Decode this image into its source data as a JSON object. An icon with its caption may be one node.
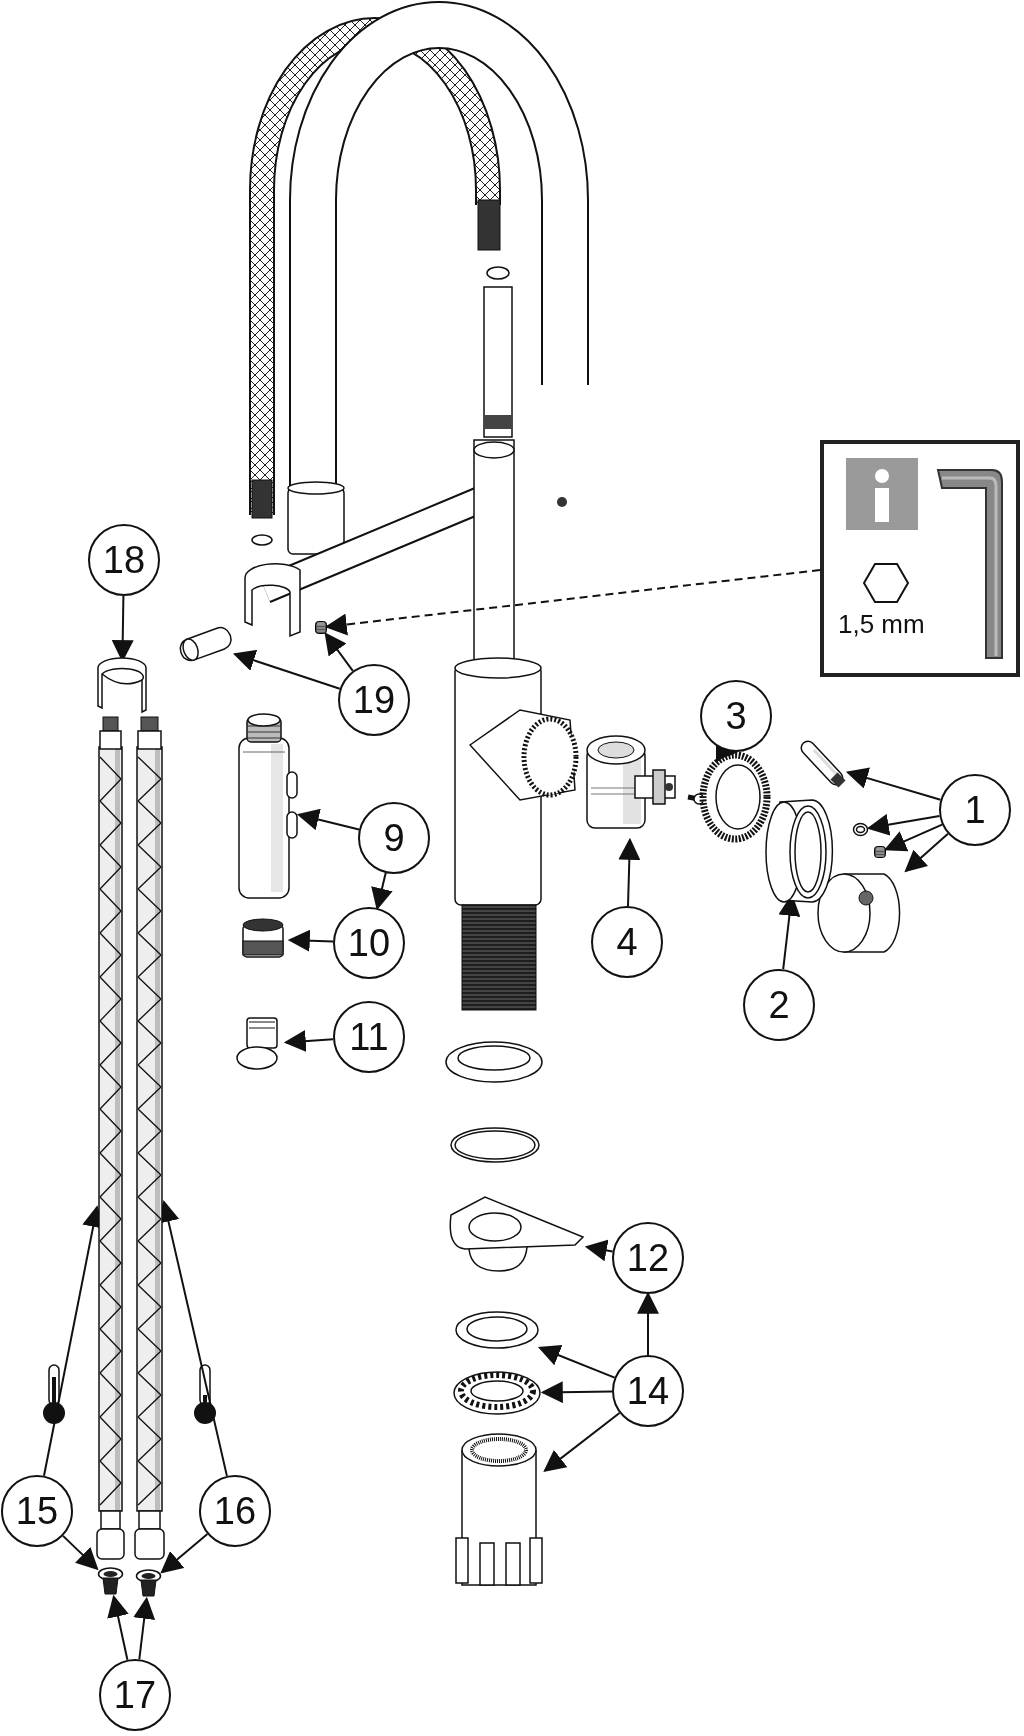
{
  "diagram": {
    "nodes": [
      {
        "text": [
          "1,5 mm"
        ]
      },
      {
        "text": [
          "18"
        ]
      },
      {
        "text": [],
        "shape": "picture"
      },
      {
        "text": [],
        "shape": "picture"
      },
      {
        "text": [],
        "shape": "picture"
      },
      {
        "text": [
          "19"
        ]
      },
      {
        "text": [],
        "shape": "picture"
      },
      {
        "text": [
          "3"
        ]
      },
      {
        "text": [],
        "shape": "picture"
      },
      {
        "text": [],
        "shape": "picture"
      },
      {
        "text": [],
        "shape": "picture"
      },
      {
        "text": [],
        "shape": "picture"
      },
      {
        "text": [],
        "shape": "picture"
      },
      {
        "text": [
          "1"
        ]
      },
      {
        "text": [
          "9"
        ]
      },
      {
        "text": [],
        "shape": "picture"
      },
      {
        "text": [
          "4"
        ]
      },
      {
        "text": [],
        "shape": "picture"
      },
      {
        "text": [
          "2"
        ]
      },
      {
        "text": [
          "10"
        ]
      },
      {
        "text": [],
        "shape": "picture"
      },
      {
        "text": [
          "11"
        ]
      },
      {
        "text": [],
        "shape": "picture"
      },
      {
        "text": [
          "12"
        ]
      },
      {
        "text": [],
        "shape": "picture"
      },
      {
        "text": [],
        "shape": "picture"
      },
      {
        "text": [],
        "shape": "picture"
      },
      {
        "text": [],
        "shape": "picture"
      },
      {
        "text": [
          "14"
        ]
      },
      {
        "text": [],
        "shape": "picture"
      },
      {
        "text": [],
        "shape": "picture"
      },
      {
        "text": [
          "15"
        ]
      },
      {
        "text": [
          "16"
        ]
      },
      {
        "text": [],
        "shape": "picture"
      },
      {
        "text": [],
        "shape": "picture"
      },
      {
        "text": [
          "17"
        ]
      }
    ],
    "edges": [
      {
        "from": 1,
        "to": 2,
        "arrow": "to"
      },
      {
        "from": 5,
        "to": 3,
        "arrow": "to"
      },
      {
        "from": 5,
        "to": 4,
        "arrow": "to"
      },
      {
        "from": 0,
        "to": 4,
        "arrow": "to",
        "style": "dashed"
      },
      {
        "from": 13,
        "to": 9,
        "arrow": "to"
      },
      {
        "from": 13,
        "to": 10,
        "arrow": "to"
      },
      {
        "from": 13,
        "to": 11,
        "arrow": "to"
      },
      {
        "from": 13,
        "to": 12,
        "arrow": "to"
      },
      {
        "from": 7,
        "to": 8,
        "arrow": "to"
      },
      {
        "from": 16,
        "to": 6,
        "arrow": "to"
      },
      {
        "from": 18,
        "to": 17,
        "arrow": "to"
      },
      {
        "from": 14,
        "to": 15,
        "arrow": "to"
      },
      {
        "from": 14,
        "to": 19,
        "arrow": "to"
      },
      {
        "from": 19,
        "to": 20,
        "arrow": "to"
      },
      {
        "from": 21,
        "to": 22,
        "arrow": "to"
      },
      {
        "from": 23,
        "to": 24,
        "arrow": "to"
      },
      {
        "from": 28,
        "to": 23,
        "arrow": "to"
      },
      {
        "from": 28,
        "to": 25,
        "arrow": "to"
      },
      {
        "from": 28,
        "to": 26,
        "arrow": "to"
      },
      {
        "from": 28,
        "to": 27,
        "arrow": "to"
      },
      {
        "from": 31,
        "to": 29,
        "arrow": "to"
      },
      {
        "from": 31,
        "to": 33,
        "arrow": "to"
      },
      {
        "from": 32,
        "to": 30,
        "arrow": "to"
      },
      {
        "from": 32,
        "to": 34,
        "arrow": "to"
      },
      {
        "from": 35,
        "to": 33,
        "arrow": "to"
      },
      {
        "from": 35,
        "to": 34,
        "arrow": "to"
      }
    ]
  }
}
